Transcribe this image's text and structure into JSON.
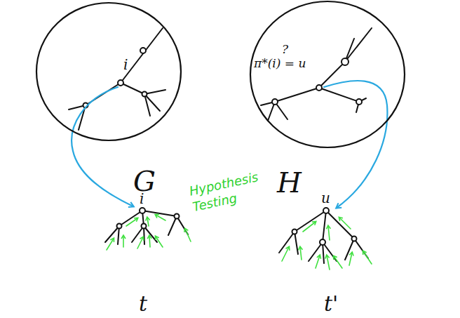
{
  "diagram": {
    "nodes": [
      {
        "text": [
          "G"
        ]
      },
      {
        "text": [
          "H"
        ]
      }
    ],
    "labels": [
      "i",
      "?",
      "π*(i) = u",
      "i",
      "u",
      "t",
      "t'",
      "Hypothesis Testing"
    ]
  }
}
